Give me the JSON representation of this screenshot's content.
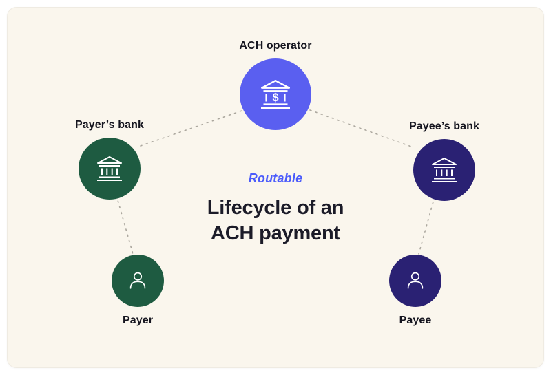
{
  "diagram": {
    "brand": "Routable",
    "title_line1": "Lifecycle of an",
    "title_line2": "ACH payment",
    "nodes": {
      "ach_operator": {
        "label": "ACH operator",
        "color": "#5A5FF0",
        "icon": "bank-dollar-icon"
      },
      "payers_bank": {
        "label": "Payer’s bank",
        "color": "#1E5B41",
        "icon": "bank-icon"
      },
      "payees_bank": {
        "label": "Payee’s bank",
        "color": "#2A2173",
        "icon": "bank-icon"
      },
      "payer": {
        "label": "Payer",
        "color": "#1E5B41",
        "icon": "person-icon"
      },
      "payee": {
        "label": "Payee",
        "color": "#2A2173",
        "icon": "person-icon"
      }
    },
    "icons": {
      "dollar": "$"
    },
    "colors": {
      "background_card": "#FAF6ED",
      "background_page": "#FFFFFF",
      "connector": "#ABA79E",
      "label_text": "#15151F",
      "title_text": "#1B1B28",
      "brand_blue": "#4B5BFB"
    }
  }
}
